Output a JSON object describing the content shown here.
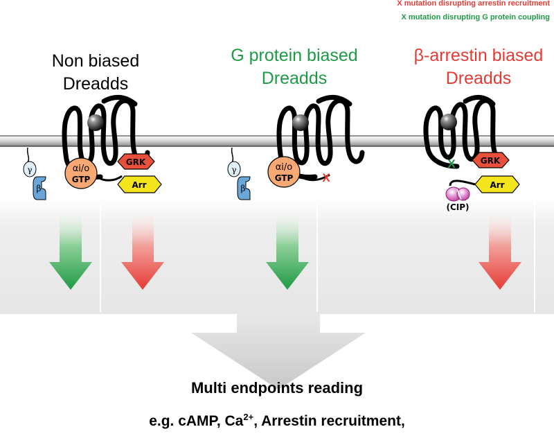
{
  "legend": {
    "arrestin_mutation": "X mutation disrupting arrestin recruitment",
    "gprotein_mutation": "X mutation disrupting G protein coupling"
  },
  "panels": [
    {
      "title_line1": "Non biased",
      "title_line2": "Dreadds",
      "title_color": "#000000"
    },
    {
      "title_line1": "G protein biased",
      "title_line2": "Dreadds",
      "title_color": "#1e9a45"
    },
    {
      "title_line1": "β-arrestin biased",
      "title_line2": "Dreadds",
      "title_color": "#e53a33"
    }
  ],
  "labels": {
    "gamma": "γ",
    "beta": "β",
    "galpha_line1": "αi/o",
    "galpha_line2": "GTP",
    "grk": "GRK",
    "arr": "Arr",
    "cip": "(CIP)",
    "mutation_mark": "X"
  },
  "endpoints": {
    "heading": "Multi endpoints reading",
    "example_prefix": "e.g. cAMP, Ca",
    "example_superscript": "2+",
    "example_suffix": ", Arrestin recruitment,"
  },
  "colors": {
    "gprotein": "#1e9a45",
    "arrestin": "#e53a33",
    "galpha_fill": "#f7a873",
    "gbeta_fill": "#6aa7d8",
    "grk_fill": "#e9503c",
    "arr_fill": "#f5e51d",
    "cip_fill": "#d45cbd"
  }
}
